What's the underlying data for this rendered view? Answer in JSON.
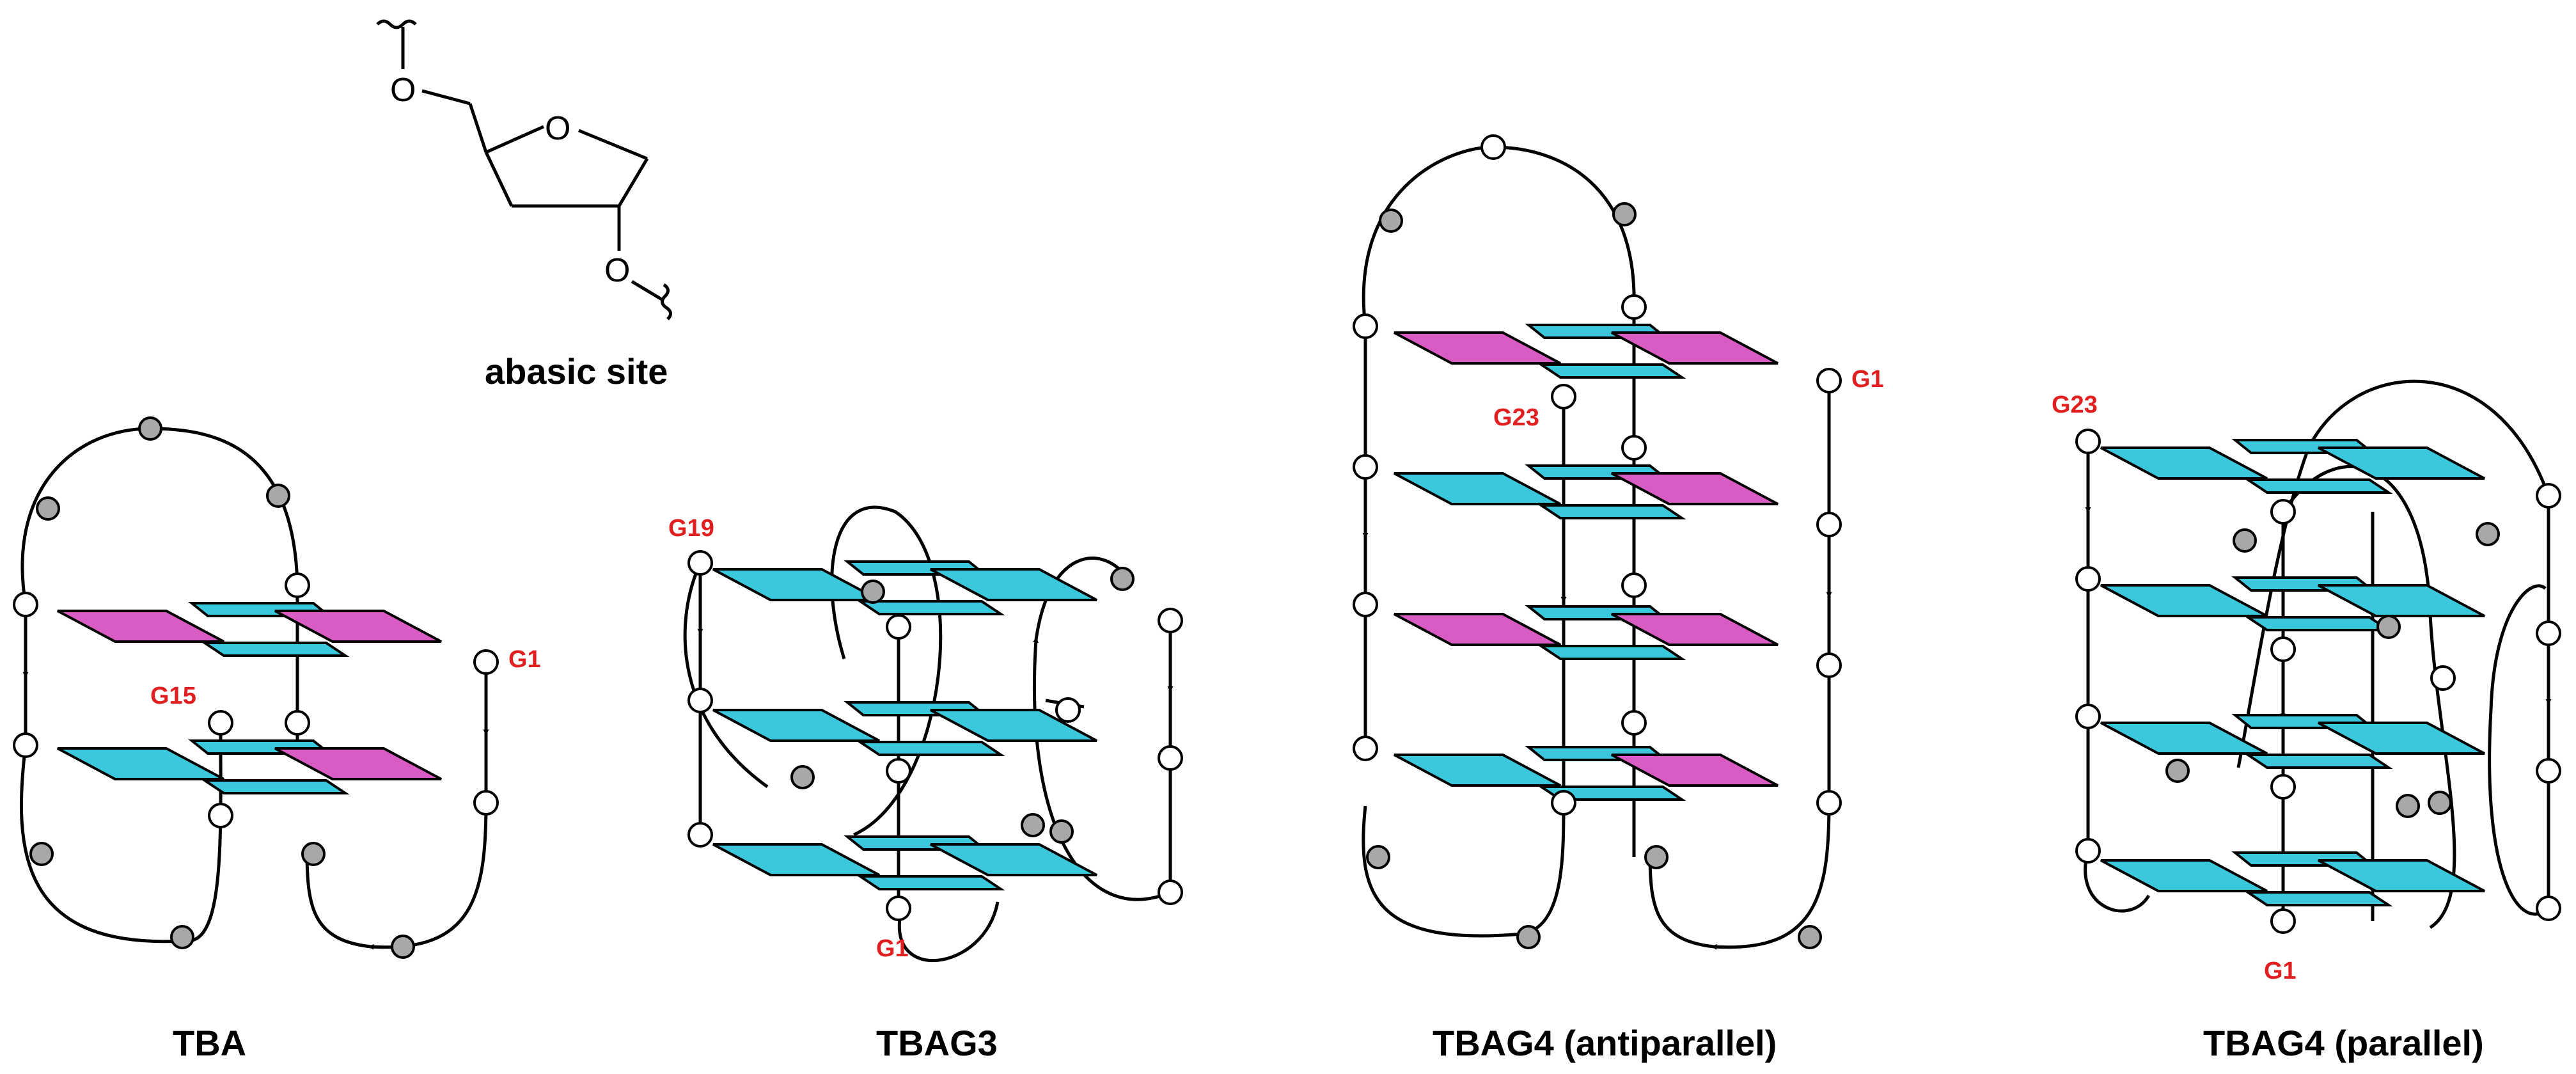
{
  "colors": {
    "cyan": "#3cc8dc",
    "magenta": "#d95cc4",
    "red_label": "#e02020",
    "gray_node": "#a8a8a8",
    "line": "#000000"
  },
  "abasic": {
    "o1": "O",
    "o2": "O",
    "o3": "O",
    "caption": "abasic site"
  },
  "structures": [
    {
      "id": "tba",
      "title": "TBA",
      "start_label": "G1",
      "end_label": "G15"
    },
    {
      "id": "tbag3",
      "title": "TBAG3",
      "start_label": "G1",
      "end_label": "G19"
    },
    {
      "id": "tbag4_anti",
      "title": "TBAG4 (antiparallel)",
      "start_label": "G1",
      "end_label": "G23"
    },
    {
      "id": "tbag4_par",
      "title": "TBAG4 (parallel)",
      "start_label": "G1",
      "end_label": "G23"
    }
  ]
}
